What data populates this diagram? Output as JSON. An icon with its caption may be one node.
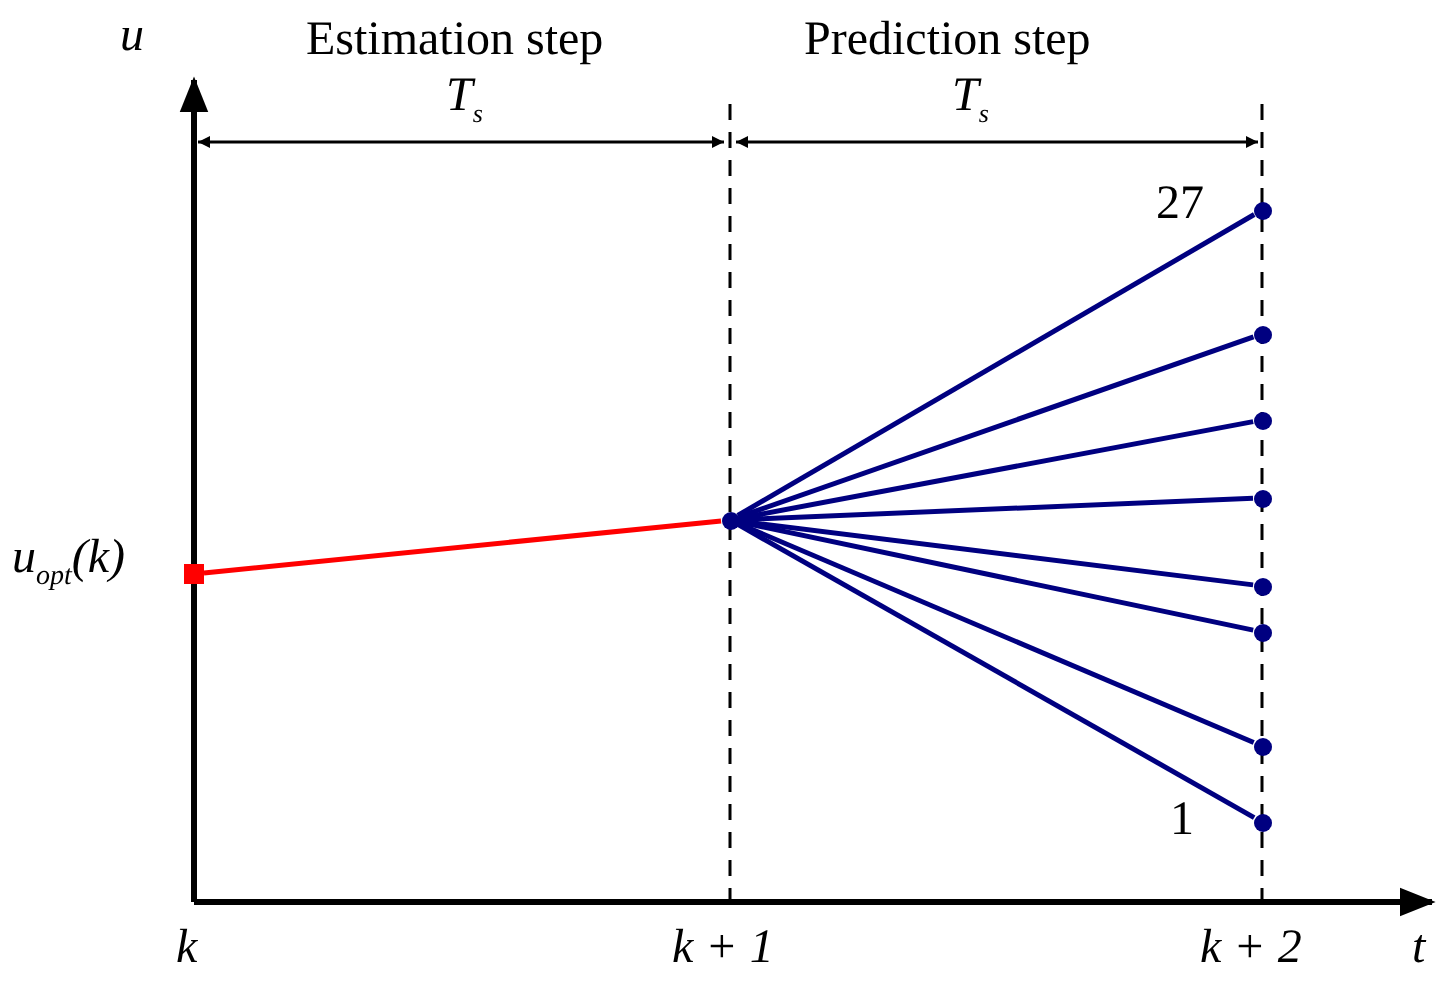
{
  "diagram": {
    "nodes": [
      {
        "text": [],
        "shape": "box",
        "beside": [
          "u$_{opt}$(k)"
        ]
      },
      {
        "text": [],
        "shape": "circle"
      },
      {
        "text": [],
        "shape": "circle",
        "beside": [
          "27"
        ]
      },
      {
        "text": [],
        "shape": "circle"
      },
      {
        "text": [],
        "shape": "circle"
      },
      {
        "text": [],
        "shape": "circle"
      },
      {
        "text": [],
        "shape": "circle"
      },
      {
        "text": [],
        "shape": "circle"
      },
      {
        "text": [],
        "shape": "circle"
      },
      {
        "text": [],
        "shape": "circle",
        "beside": [
          "1"
        ]
      }
    ],
    "edges": [
      {
        "from": 0,
        "to": 1,
        "arrow": "none",
        "color": "#ff0000"
      },
      {
        "from": 1,
        "to": 2,
        "arrow": "none"
      },
      {
        "from": 1,
        "to": 3,
        "arrow": "none"
      },
      {
        "from": 1,
        "to": 4,
        "arrow": "none"
      },
      {
        "from": 1,
        "to": 5,
        "arrow": "none"
      },
      {
        "from": 1,
        "to": 6,
        "arrow": "none"
      },
      {
        "from": 1,
        "to": 7,
        "arrow": "none"
      },
      {
        "from": 1,
        "to": 8,
        "arrow": "none"
      },
      {
        "from": 1,
        "to": 9,
        "arrow": "none"
      }
    ],
    "labels": [
      "u",
      "Estimation step",
      "Prediction step",
      "T$_{s}$",
      "T$_{s}$",
      "k",
      "k + 1",
      "k + 2",
      "t"
    ]
  }
}
